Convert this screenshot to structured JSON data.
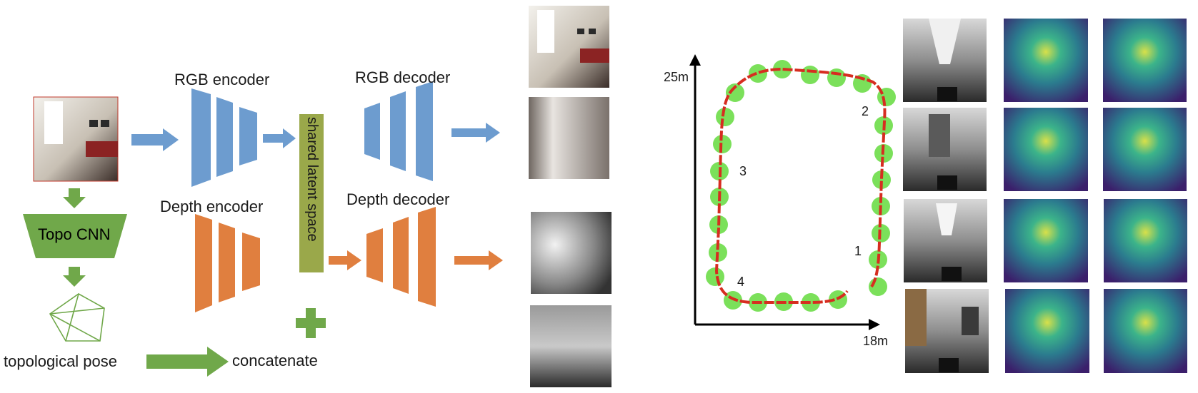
{
  "labels": {
    "rgb_encoder": "RGB encoder",
    "rgb_decoder": "RGB decoder",
    "depth_encoder": "Depth encoder",
    "depth_decoder": "Depth decoder",
    "shared_latent": "shared latent space",
    "topo_cnn": "Topo CNN",
    "topological_pose": "topological pose",
    "concatenate": "concatenate"
  },
  "map": {
    "y_axis_label": "25m",
    "x_axis_label": "18m",
    "waypoint_labels": [
      "1",
      "2",
      "3",
      "4"
    ]
  },
  "colors": {
    "blue": "#6d9ccf",
    "orange": "#e07f3f",
    "green": "#70a84a",
    "olive": "#9aa84a",
    "node_green": "#7be05a",
    "trajectory_red": "#d62d20"
  }
}
